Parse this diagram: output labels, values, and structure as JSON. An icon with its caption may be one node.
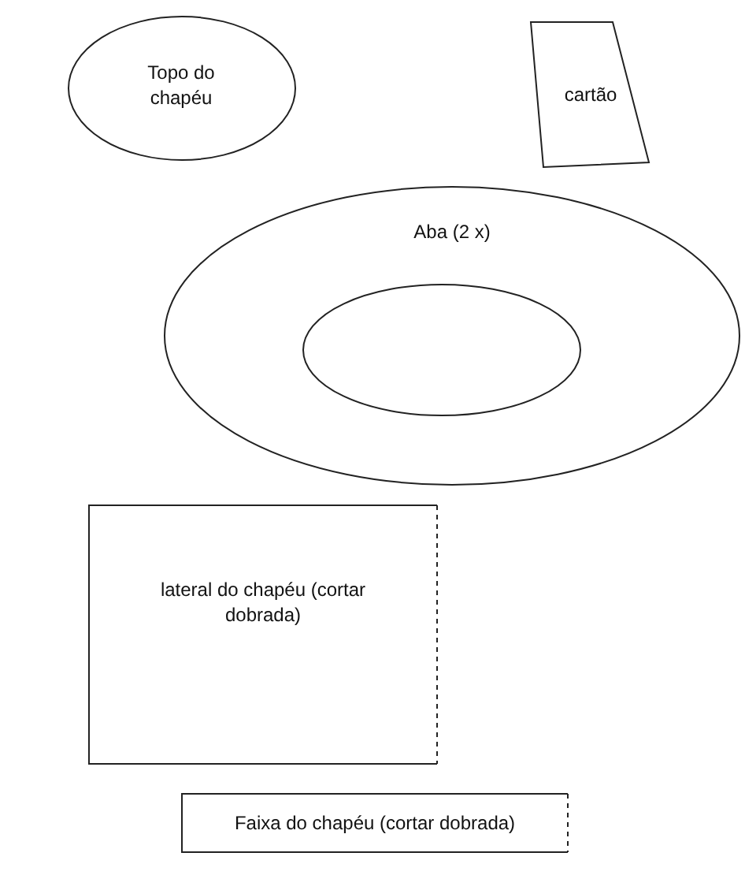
{
  "diagram": {
    "nodes": [
      {
        "text": [
          "Topo do chapéu"
        ]
      },
      {
        "text": [
          "cartão"
        ]
      },
      {
        "text": [
          "Aba (2 x)"
        ]
      },
      {
        "text": [],
        "shape": "ellipse",
        "in": 2
      },
      {
        "text": [
          "lateral do chapéu (cortar dobrada)"
        ]
      },
      {
        "text": [
          "Faixa do chapéu (cortar dobrada)"
        ]
      }
    ]
  }
}
